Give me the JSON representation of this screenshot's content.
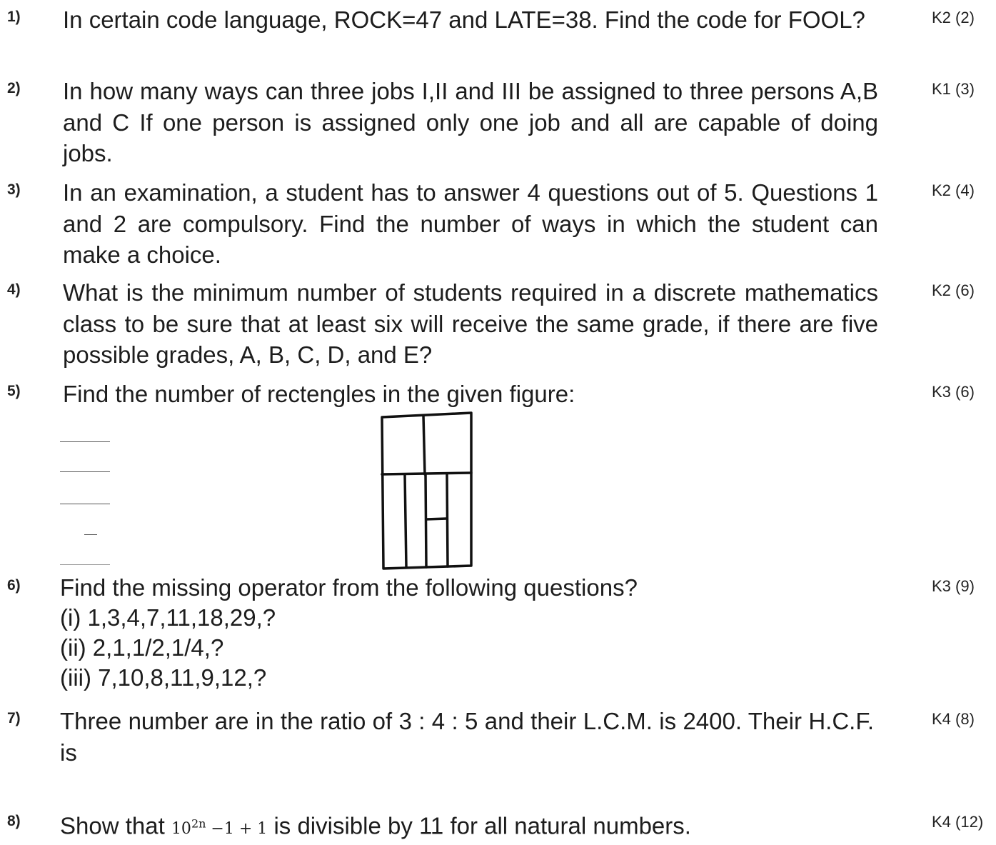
{
  "questions": [
    {
      "num": "1)",
      "text": "In certain code language, ROCK=47 and LATE=38. Find the code for FOOL?",
      "mark": "K2 (2)"
    },
    {
      "num": "2)",
      "text": "In how many ways can three jobs I,II and III be assigned to three persons A,B and C If one person is assigned only one job and all are capable of doing jobs.",
      "mark": "K1 (3)"
    },
    {
      "num": "3)",
      "text": "In an examination, a student has to answer 4 questions out of 5. Questions 1 and 2 are compulsory. Find the number of ways in which the student can make a choice.",
      "mark": "K2 (4)"
    },
    {
      "num": "4)",
      "text": "What is the minimum number of students required in a discrete mathematics class to be sure that at least six will receive the same grade, if there are five possible grades, A, B, C, D, and E?",
      "mark": "K2 (6)"
    },
    {
      "num": "5)",
      "text": "Find the number of rectengles in the given figure:",
      "mark": "K3 (6)"
    },
    {
      "num": "6)",
      "text": "Find the missing operator from the following questions?",
      "mark": "K3 (9)",
      "subparts": [
        "(i) 1,3,4,7,11,18,29,?",
        "(ii) 2,1,1/2,1/4,?",
        "(iii) 7,10,8,11,9,12,?"
      ]
    },
    {
      "num": "7)",
      "text": "Three number are in the ratio of 3 : 4 : 5 and their L.C.M. is 2400. Their H.C.F. is",
      "mark": "K4 (8)"
    },
    {
      "num": "8)",
      "text_before": "Show that",
      "math_base": "10",
      "math_exp": "2n",
      "math_rest": " −1 + 1",
      "text_after": "is divisible by 11 for all natural numbers.",
      "mark": "K4 (12)"
    }
  ]
}
